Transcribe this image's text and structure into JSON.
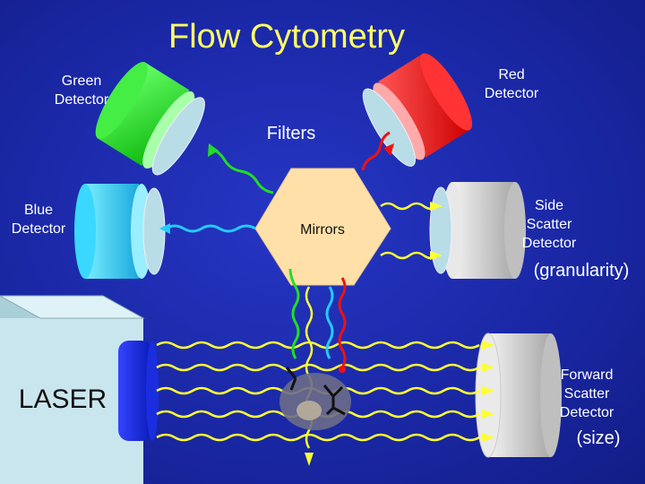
{
  "title": "Flow Cytometry",
  "labels": {
    "green_detector": [
      "Green",
      "Detector"
    ],
    "red_detector": [
      "Red",
      "Detector"
    ],
    "blue_detector": [
      "Blue",
      "Detector"
    ],
    "filters": "Filters",
    "mirrors": "Mirrors",
    "side_scatter": [
      "Side",
      "Scatter",
      "Detector"
    ],
    "granularity": "(granularity)",
    "laser": "LASER",
    "forward_scatter": [
      "Forward",
      "Scatter",
      "Detector"
    ],
    "size": "(size)"
  },
  "colors": {
    "background": "#1a28a6",
    "title": "#ffff66",
    "green": "#22dd22",
    "red": "#ee1111",
    "blue": "#22ccff",
    "yellow": "#ffff33",
    "mirror": "#ffe0a8",
    "filter": "#b8dde6",
    "laser_box": "#c9e6ee",
    "scatter_detector": "#d4d4d4"
  }
}
